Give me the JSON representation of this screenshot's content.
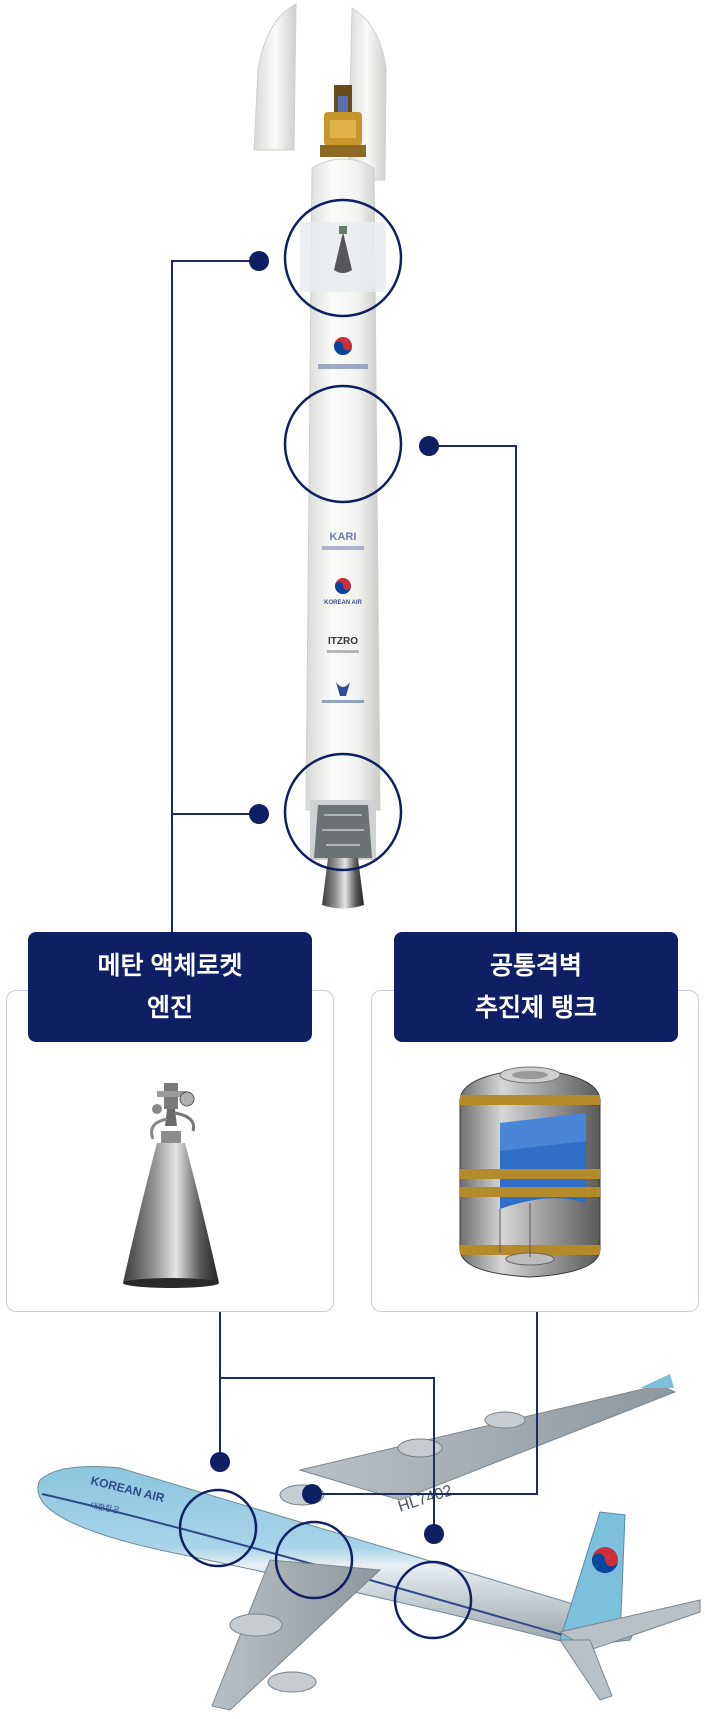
{
  "colors": {
    "navy": "#0e1f63",
    "line": "#1a2a6c",
    "card_border": "#c9cfe2",
    "rocket_body": "#f4f4f2",
    "tank_blue": "#2f6fc8",
    "tank_gold": "#b48a2a",
    "airliner_blue": "#78b8d8"
  },
  "labels": {
    "engine": {
      "line1": "메탄 액체로켓",
      "line2": "엔진"
    },
    "tank": {
      "line1": "공통격벽",
      "line2": "추진제 탱크"
    }
  },
  "rocket": {
    "logos": [
      "KARI",
      "KOREAN AIR",
      "ITZRO"
    ]
  },
  "airplane": {
    "registration": "HL7402",
    "livery": "KOREAN AIR",
    "fuselage_script": "대한항공"
  },
  "icons": [
    "rocket-icon",
    "engine-nozzle-icon",
    "propellant-tank-icon",
    "airplane-icon",
    "taegeuk-logo-icon"
  ]
}
